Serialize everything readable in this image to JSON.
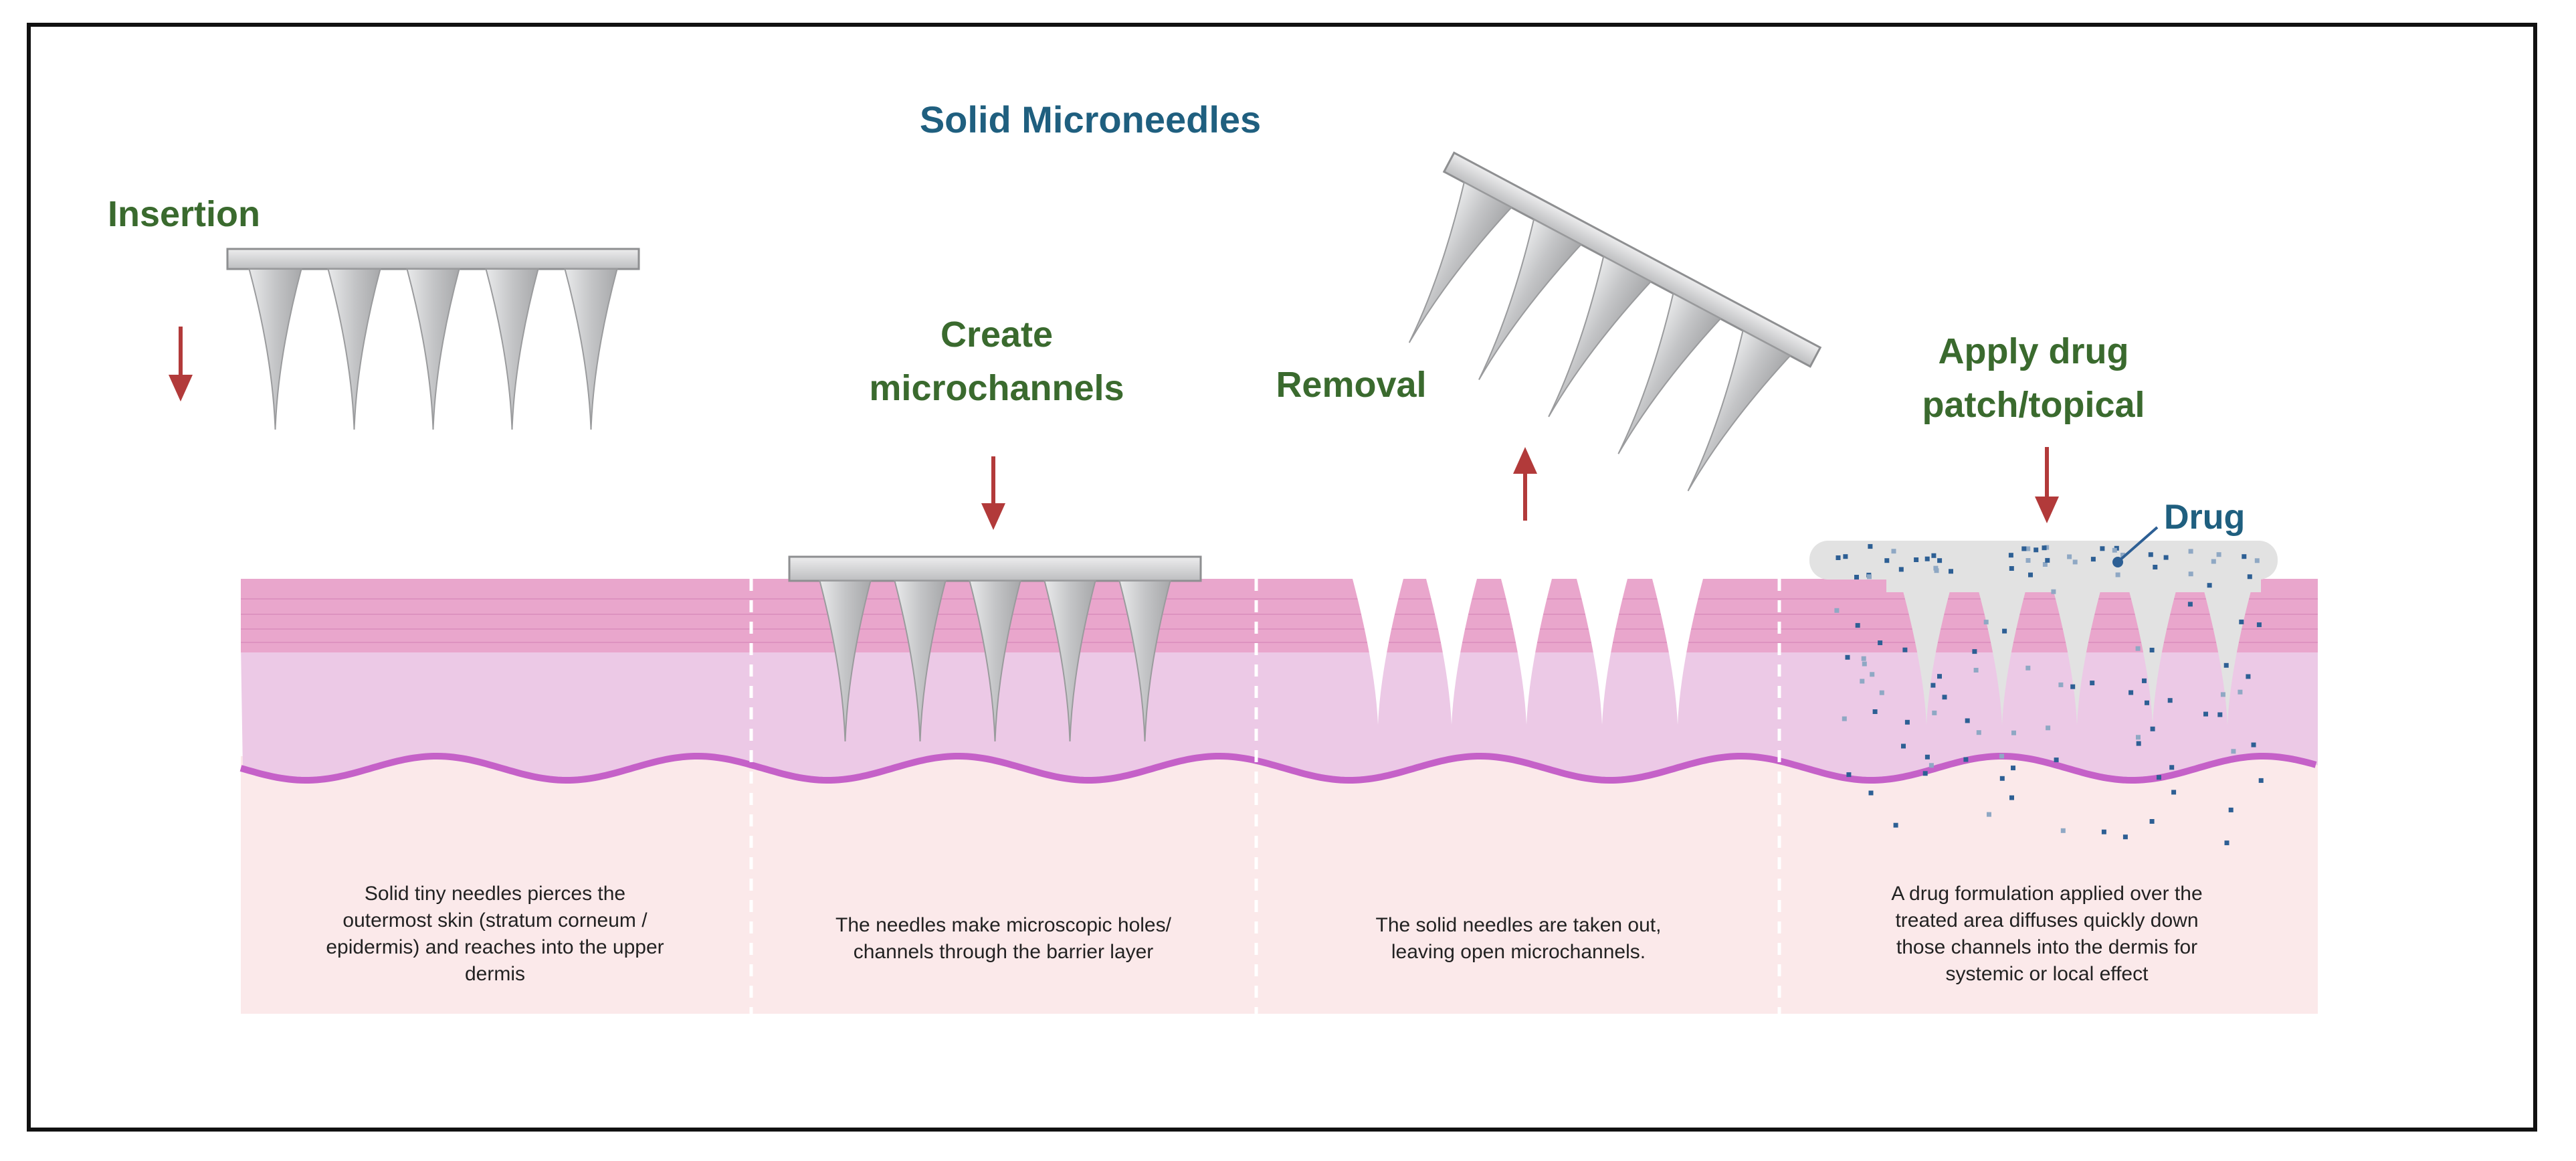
{
  "title": "Solid Microneedles",
  "labels": {
    "insertion": "Insertion",
    "create_line1": "Create",
    "create_line2": "microchannels",
    "removal": "Removal",
    "apply_line1": "Apply drug",
    "apply_line2": "patch/topical",
    "drug": "Drug"
  },
  "captions": {
    "panel1": [
      "Solid tiny needles pierces the",
      "outermost skin (stratum corneum /",
      "epidermis) and reaches into the upper",
      "dermis"
    ],
    "panel2": [
      "The needles make microscopic holes/",
      "channels through the barrier layer"
    ],
    "panel3": [
      "The solid needles are taken out,",
      "leaving open microchannels."
    ],
    "panel4": [
      "A drug formulation applied over the",
      "treated area diffuses quickly down",
      "those channels into the dermis for",
      "systemic or local effect"
    ]
  },
  "colors": {
    "title": "#1f5f7f",
    "label": "#3a6a2e",
    "arrow": "#b23a3a",
    "stratum": "#e9a6cc",
    "stratum_line": "#d98ab9",
    "epidermis": "#ecc9e6",
    "dermis": "#fbe9ea",
    "boundary": "#c561c8",
    "needle": "#c9cacc",
    "needle_edge": "#9a9b9d",
    "drug_dot": "#2d5f94",
    "patch": "#e2e2e2"
  }
}
